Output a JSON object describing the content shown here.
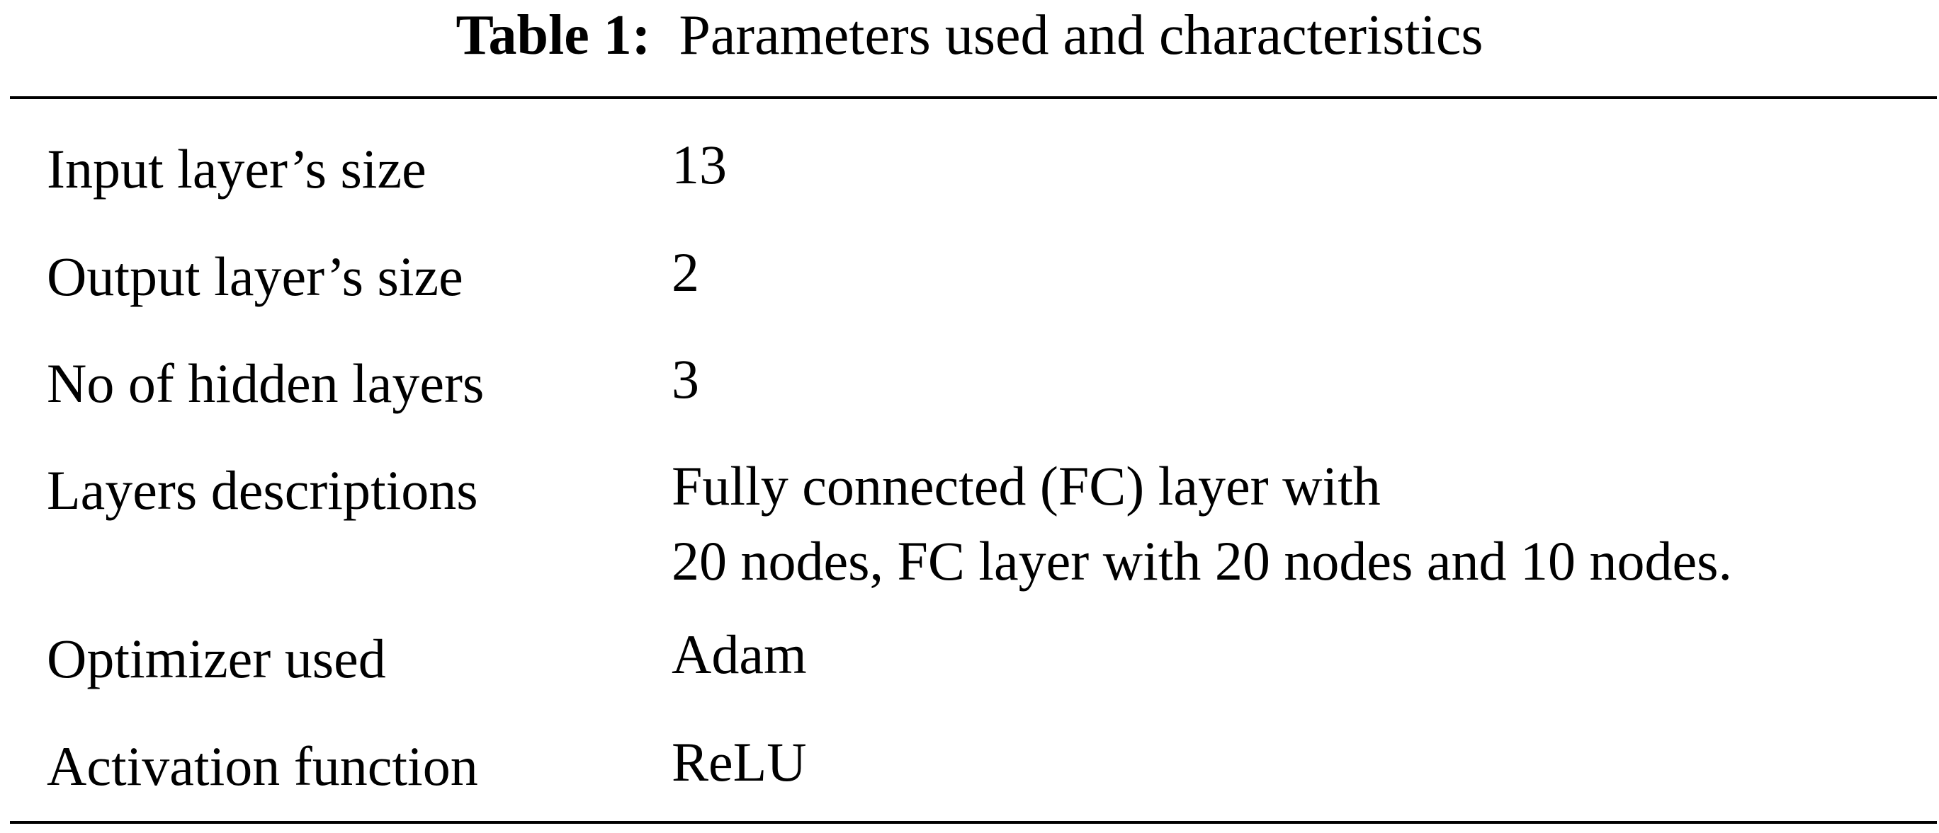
{
  "table": {
    "caption_label": "Table 1:",
    "caption_text": "Parameters used and characteristics",
    "rows": [
      {
        "parameter": "Input layer’s size",
        "value_lines": [
          "13"
        ]
      },
      {
        "parameter": "Output layer’s size",
        "value_lines": [
          "2"
        ]
      },
      {
        "parameter": "No of hidden layers",
        "value_lines": [
          "3"
        ]
      },
      {
        "parameter": "Layers descriptions",
        "value_lines": [
          "Fully connected (FC) layer with",
          "20 nodes, FC layer with 20 nodes and 10 nodes."
        ]
      },
      {
        "parameter": "Optimizer used",
        "value_lines": [
          "Adam"
        ]
      },
      {
        "parameter": "Activation function",
        "value_lines": [
          "ReLU"
        ]
      }
    ]
  }
}
